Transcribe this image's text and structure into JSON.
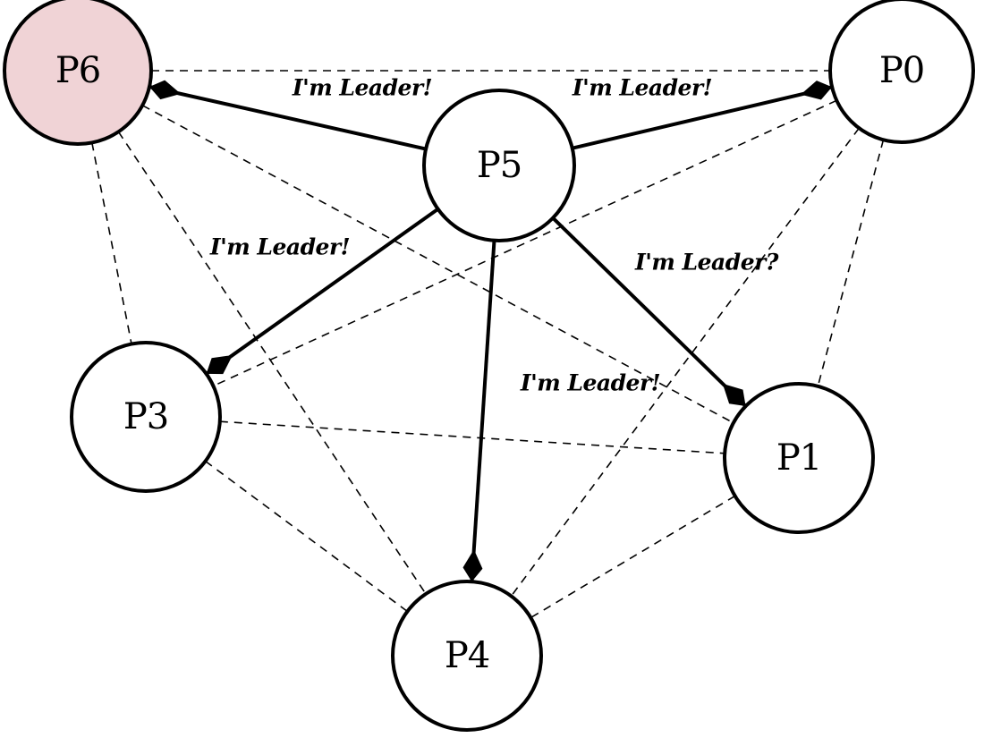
{
  "diagram": {
    "type": "process-network",
    "node_fill_default": "#ffffff",
    "node_fill_highlight": "#f0d3d6",
    "nodes": [
      {
        "id": "P6",
        "label": "P6",
        "highlighted": true
      },
      {
        "id": "P0",
        "label": "P0",
        "highlighted": false
      },
      {
        "id": "P5",
        "label": "P5",
        "highlighted": false
      },
      {
        "id": "P3",
        "label": "P3",
        "highlighted": false
      },
      {
        "id": "P1",
        "label": "P1",
        "highlighted": false
      },
      {
        "id": "P4",
        "label": "P4",
        "highlighted": false
      }
    ],
    "messages": [
      {
        "from": "P5",
        "to": "P6",
        "label": "I'm Leader!"
      },
      {
        "from": "P5",
        "to": "P0",
        "label": "I'm Leader!"
      },
      {
        "from": "P5",
        "to": "P3",
        "label": "I'm Leader!"
      },
      {
        "from": "P5",
        "to": "P1",
        "label": "I'm Leader?"
      },
      {
        "from": "P5",
        "to": "P4",
        "label": "I'm Leader!"
      }
    ],
    "links": [
      {
        "a": "P6",
        "b": "P0"
      },
      {
        "a": "P6",
        "b": "P3"
      },
      {
        "a": "P6",
        "b": "P4"
      },
      {
        "a": "P6",
        "b": "P1"
      },
      {
        "a": "P0",
        "b": "P3"
      },
      {
        "a": "P0",
        "b": "P1"
      },
      {
        "a": "P0",
        "b": "P4"
      },
      {
        "a": "P3",
        "b": "P1"
      },
      {
        "a": "P3",
        "b": "P4"
      },
      {
        "a": "P1",
        "b": "P4"
      }
    ]
  }
}
